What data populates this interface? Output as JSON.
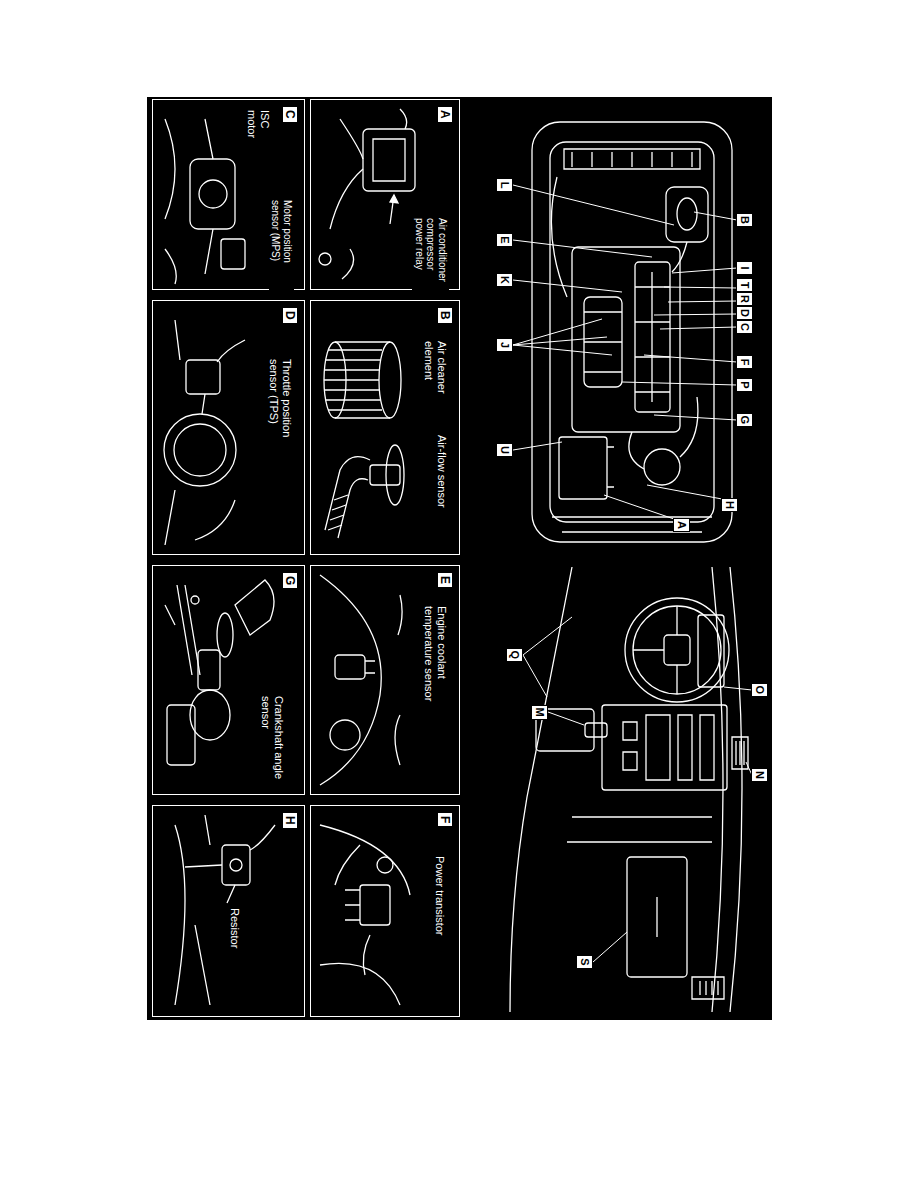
{
  "diagram": {
    "nodes": [
      {
        "text": [
          "A",
          "Air conditioner compressor power relay"
        ]
      },
      {
        "text": [
          "B",
          "Air cleaner element",
          "Air-flow sensor"
        ]
      },
      {
        "text": [
          "E",
          "Engine coolant temperature sensor"
        ]
      },
      {
        "text": [
          "F",
          "Power transistor"
        ]
      },
      {
        "text": [
          "C",
          "ISC motor",
          "Motor position sensor (MPS)"
        ]
      },
      {
        "text": [
          "D",
          "Throttle position sensor (TPS)"
        ]
      },
      {
        "text": [
          "G",
          "Crankshaft angle sensor"
        ]
      },
      {
        "text": [
          "H",
          "Resistor"
        ]
      }
    ],
    "labels": [
      "B",
      "I",
      "T",
      "R",
      "D",
      "C",
      "F",
      "P",
      "G",
      "H",
      "A",
      "U",
      "J",
      "K",
      "E",
      "L",
      "O",
      "N",
      "Q",
      "M",
      "S"
    ]
  }
}
